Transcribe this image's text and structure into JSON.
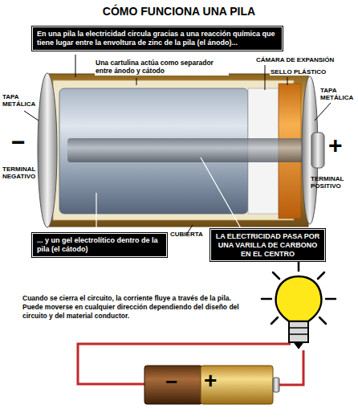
{
  "diagram": {
    "title": "CÓMO FUNCIONA UNA PILA",
    "nodes": [
      {
        "text": [
          "En una pila la electricidad circula gracias a una reacción química que tiene lugar entre la envoltura de zinc de la pila (el ánodo)..."
        ]
      },
      {
        "text": [
          "... y un gel electrolítico dentro de la pila (el cátodo)"
        ]
      },
      {
        "text": [
          "LA ELECTRICIDAD PASA POR UNA VARILLA DE CARBONO EN EL CENTRO"
        ]
      }
    ],
    "labels": [
      "Una cartulina actúa como separador entre ánodo y cátodo",
      "CÁMARA DE EXPANSIÓN",
      "SELLO PLÁSTICO",
      "TAPA METÁLICA",
      "TAPA METÁLICA",
      "−",
      "TERMINAL NEGATIVO",
      "+",
      "TERMINAL POSITIVO",
      "CUBIERTA",
      "Cuando se cierra el circuito, la corriente fluye a través de la pila. Puede moverse en cualquier dirección dependiendo del diseño del circuito y del material conductor.",
      "−",
      "+"
    ]
  }
}
